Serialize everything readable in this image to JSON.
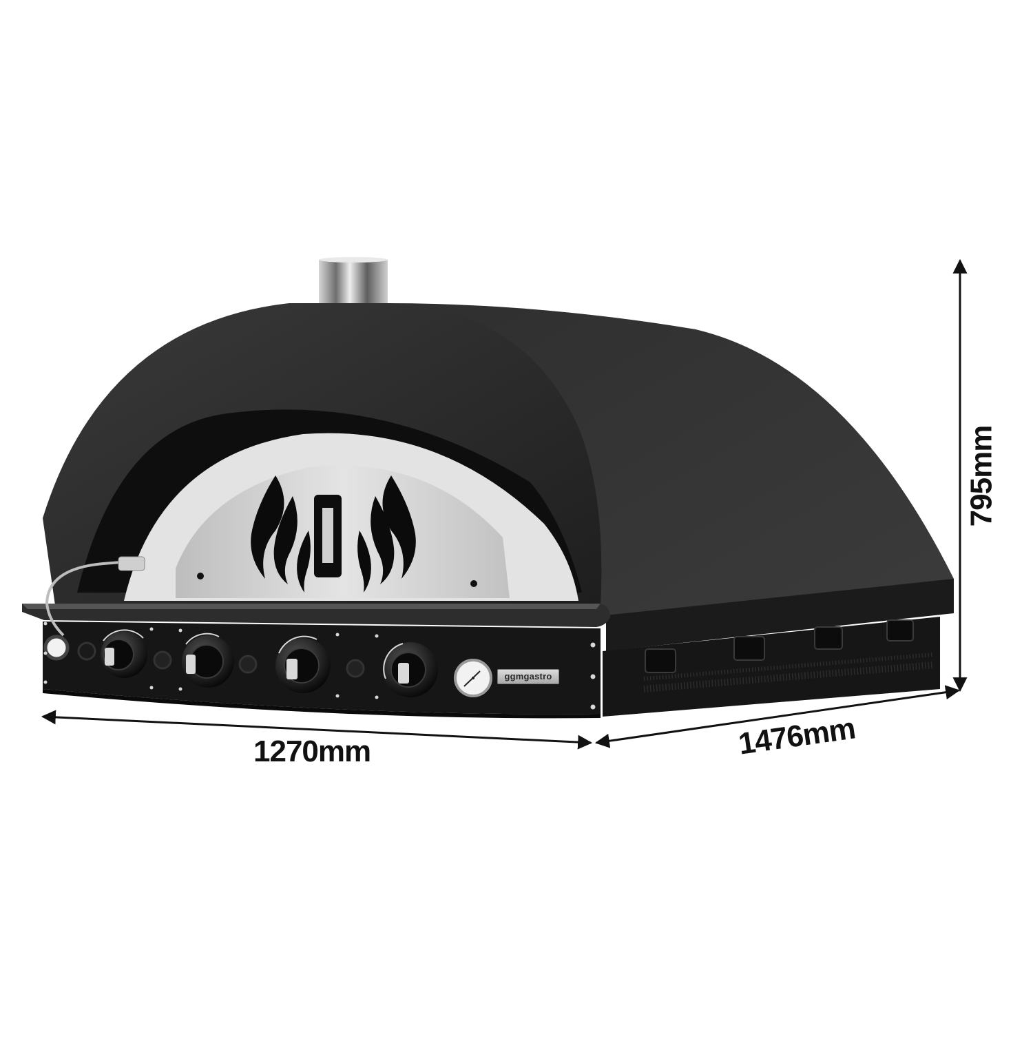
{
  "product": {
    "type": "pizza oven (gas, dome)",
    "brand_plate": "ggmgastro",
    "colors": {
      "dome": "#2b2b2b",
      "dome_shadow": "#1a1a1a",
      "door_steel": "#d4d4d4",
      "door_frame": "#e6e6e6",
      "control_panel": "#141414",
      "chimney": "#bdbdbd",
      "background": "#ffffff",
      "dimension_ink": "#111111"
    },
    "parts": {
      "chimney": "stainless chimney",
      "door": "stainless door with flame cutouts and handle",
      "lamp": "gooseneck lamp",
      "control_knobs": 4,
      "push_buttons": 3,
      "thermometer": "temperature gauge"
    }
  },
  "dimensions": {
    "width": "1270mm",
    "depth": "1476mm",
    "height": "795mm"
  }
}
